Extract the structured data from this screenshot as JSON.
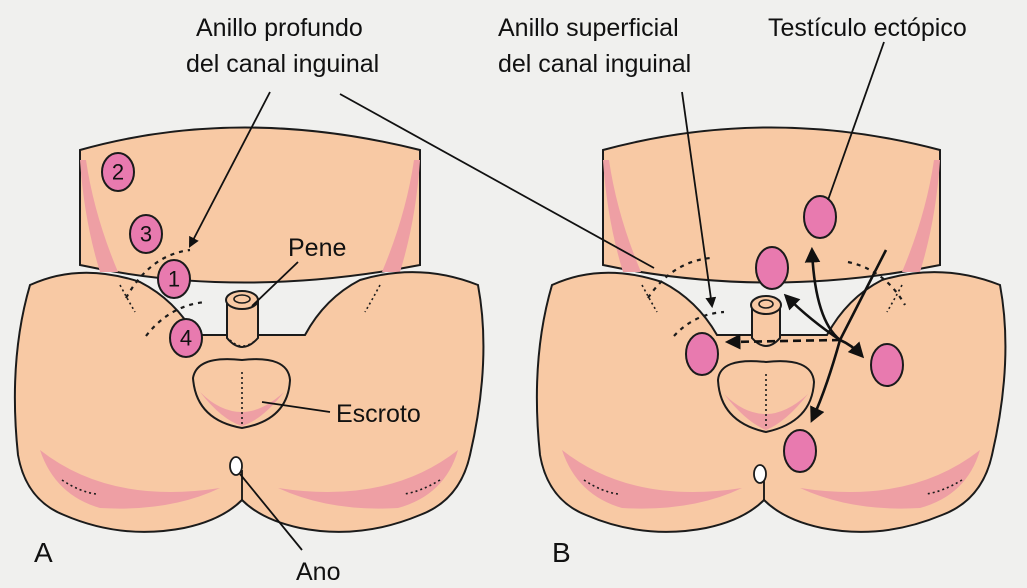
{
  "labels": {
    "deep_ring": [
      "Anillo profundo",
      "del canal inguinal"
    ],
    "superficial_ring": [
      "Anillo superficial",
      "del canal inguinal"
    ],
    "ectopic_testis": "Testículo ectópico",
    "penis": "Pene",
    "scrotum": "Escroto",
    "anus": "Ano",
    "panel_a": "A",
    "panel_b": "B"
  },
  "positions": [
    "1",
    "2",
    "3",
    "4"
  ],
  "colors": {
    "background": "#f0f0ee",
    "skin": "#f8c9a4",
    "skin_shadow": "#ee9fa4",
    "testis": "#e87aaf"
  }
}
